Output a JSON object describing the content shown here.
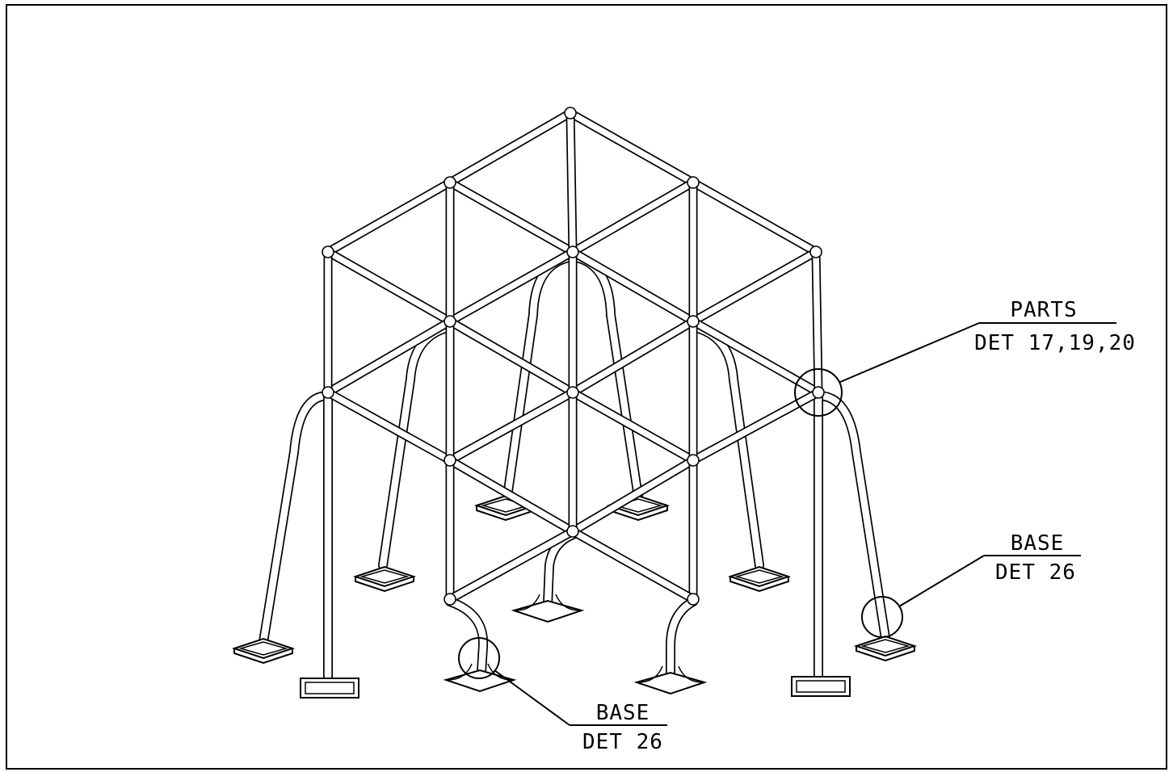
{
  "diagram": {
    "callouts": {
      "parts": {
        "title": "PARTS",
        "ref": "DET 17,19,20"
      },
      "base_right": {
        "title": "BASE",
        "ref": "DET 26"
      },
      "base_bottom": {
        "title": "BASE",
        "ref": "DET 26"
      }
    },
    "colors": {
      "line": "#000000",
      "background": "#ffffff"
    }
  }
}
